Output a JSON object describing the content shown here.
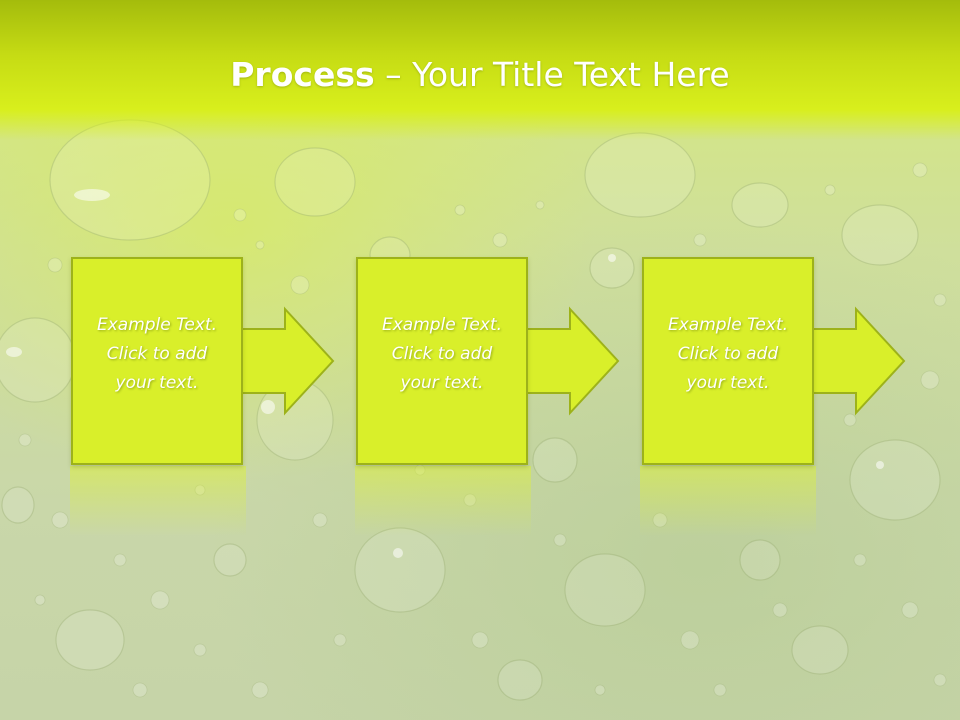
{
  "slide": {
    "title_strong": "Process",
    "title_rest": " – Your Title Text Here"
  },
  "steps": [
    {
      "line1": "Example Text.",
      "line2": "Click  to add",
      "line3": "your text."
    },
    {
      "line1": "Example Text.",
      "line2": "Click  to add",
      "line3": "your text."
    },
    {
      "line1": "Example Text.",
      "line2": "Click  to add",
      "line3": "your text."
    }
  ],
  "colors": {
    "title_band": "#c6dc14",
    "box_fill": "#d9ef2a",
    "box_border": "#9db21a",
    "text": "#ffffff"
  }
}
